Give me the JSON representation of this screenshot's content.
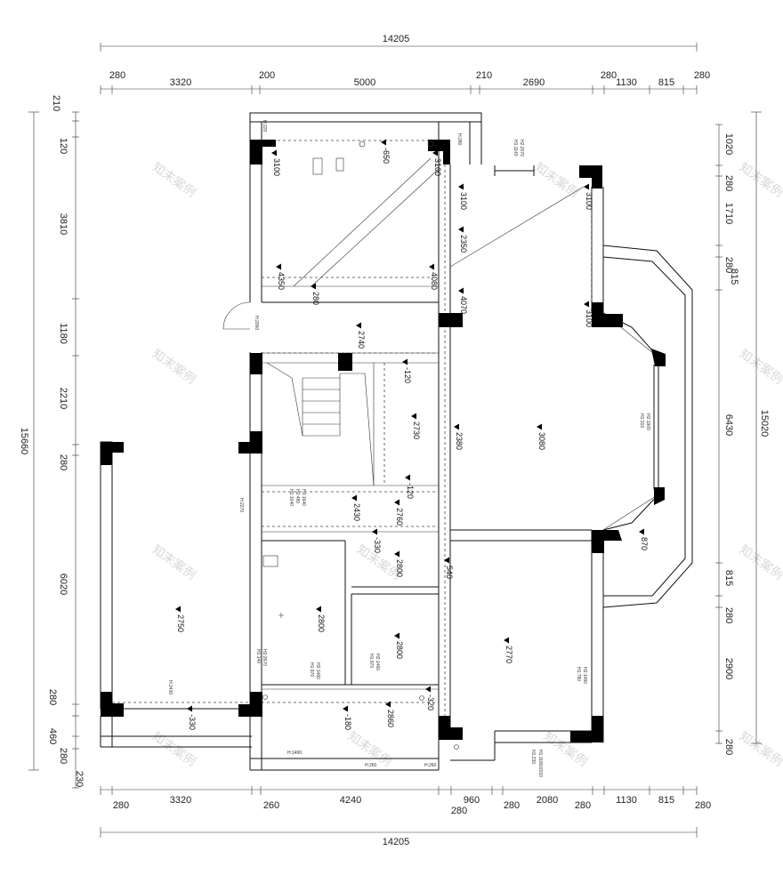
{
  "dimensions": {
    "top_total": "14205",
    "top_segments": [
      "280",
      "3320",
      "200",
      "5000",
      "210",
      "2690",
      "280",
      "1130",
      "815",
      "280"
    ],
    "bottom_total": "14205",
    "bottom_segments": [
      "280",
      "3320",
      "260",
      "4240",
      "280",
      "960",
      "280",
      "2080",
      "280",
      "1130",
      "815",
      "280"
    ],
    "left_total": "15660",
    "left_segments": [
      "210",
      "120",
      "3810",
      "1180",
      "2210",
      "280",
      "6020",
      "280",
      "460",
      "280",
      "230"
    ],
    "right_total": "15020",
    "right_segments": [
      "1020",
      "280",
      "1710",
      "280",
      "815",
      "6430",
      "815",
      "280",
      "2900",
      "280"
    ]
  },
  "ceiling_heights": [
    "-650",
    "3100",
    "3100",
    "3100",
    "3100",
    "2350",
    "4350",
    "4080",
    "280",
    "4070",
    "3100",
    "2740",
    "-120",
    "2730",
    "2380",
    "3080",
    "-120",
    "2430",
    "2760",
    "-330",
    "2800",
    "540",
    "870",
    "2750",
    "2800",
    "2800",
    "2770",
    "-330",
    "-180",
    "2860",
    "-320"
  ],
  "small_notes": {
    "h220": "H:220",
    "h280": "H:280",
    "h2_2070": "H2:2070",
    "h1_1140": "H1:1140",
    "h2060": "H:2060",
    "h2270": "H:2270",
    "h3_1640": "H3:1640",
    "h2_480": "H2:480",
    "h1_1040": "H1:1040",
    "h2_1900": "H2:1900",
    "h1_310": "H1:310",
    "h2_2670": "H2:2670",
    "h1_140": "H1:140",
    "h2_1460a": "H2:1460",
    "h1_970a": "H1:970",
    "h2_1460b": "H2:1460",
    "h1_970b": "H1:970",
    "h2_1460c": "H2:1460",
    "h1_780": "H1:780",
    "h2430": "H:2430",
    "h1490": "H:1490",
    "h260": "H:260",
    "h260b": "H:260",
    "h1_1180_2010": "H1:1180/2010",
    "h1_230": "H1:230"
  },
  "watermark": "知末案例"
}
